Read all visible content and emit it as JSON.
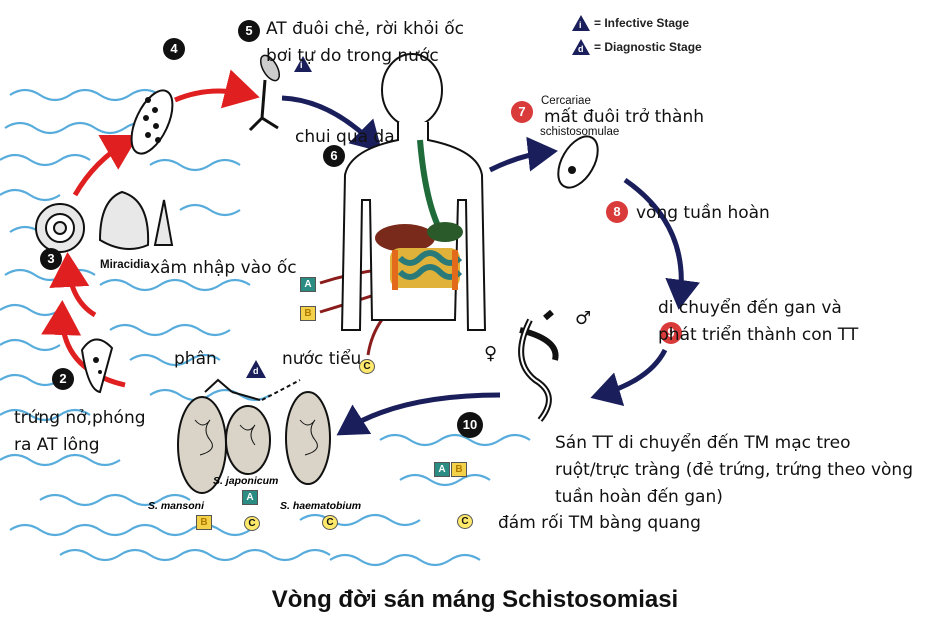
{
  "legend": {
    "infective_letter": "i",
    "infective_label": "= Infective Stage",
    "diagnostic_letter": "d",
    "diagnostic_label": "= Diagnostic Stage"
  },
  "steps": {
    "s2": "2",
    "s3": "3",
    "s4": "4",
    "s5": "5",
    "s6": "6",
    "s7": "7",
    "s8": "8",
    "s9": "9",
    "s10": "10"
  },
  "labels": {
    "step5": "AT đuôi chẻ, rời khỏi ốc",
    "step5_line2": "bơi tự do trong nước",
    "step6": "chui qua da",
    "cercariae": "Cercariae",
    "schistosomulae": "schistosomulae",
    "step7": "mất đuôi trở thành",
    "step8": "vòng tuần hoàn",
    "step9_line1": "di chuyển đến gan và",
    "step9_line2": "phát triển thành con TT",
    "step10_line1": "Sán TT di chuyển đến TM mạc treo",
    "step10_line2": "ruột/trực tràng (đẻ trứng, trứng theo vòng",
    "step10_line3": "tuần hoàn đến gan)",
    "plexus": "đám rối TM bàng quang",
    "stool": "phân",
    "urine": "nước tiểu",
    "step2_line1": "trứng nở,phóng",
    "step2_line2": "ra AT lông",
    "miracidia": "Miracidia",
    "step3": "xâm nhập vào ốc",
    "s_mansoni": "S. mansoni",
    "s_japonicum": "S. japonicum",
    "s_haematobium": "S. haematobium",
    "male_symbol": "♂",
    "female_symbol": "♀",
    "diag_d": "d",
    "inf_i": "i",
    "A": "A",
    "B": "B",
    "C": "C"
  },
  "caption": "Vòng đời sán máng Schistosomiasi",
  "colors": {
    "red_arrow": "#e02020",
    "navy_arrow": "#1a1f5c",
    "water": "#3a9ed6"
  }
}
